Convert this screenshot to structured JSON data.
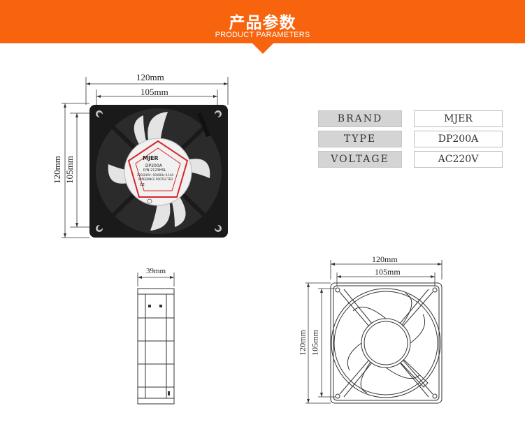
{
  "banner": {
    "title": "产品参数",
    "subtitle": "PRODUCT PARAMETERS",
    "color": "#f7640d"
  },
  "specs": [
    {
      "key": "BRAND",
      "value": "MJER"
    },
    {
      "key": "TYPE",
      "value": "DP200A"
    },
    {
      "key": "VOLTAGE",
      "value": "AC220V"
    }
  ],
  "photo": {
    "dim_width_outer": "120mm",
    "dim_width_inner": "105mm",
    "dim_height_outer": "120mm",
    "dim_height_inner": "105mm",
    "label_brand": "MJER",
    "label_model": "DP200A",
    "label_part": "P/N:2123HSL",
    "label_spec": "220/240V~50/60Hz 0.14A",
    "label_protect": "IMPEDANCE PROTECTED",
    "label_ce": "CE"
  },
  "side_view": {
    "dim_depth": "39mm"
  },
  "front_drawing": {
    "dim_width_outer": "120mm",
    "dim_width_inner": "105mm",
    "dim_height_outer": "120mm",
    "dim_height_inner": "105mm"
  }
}
